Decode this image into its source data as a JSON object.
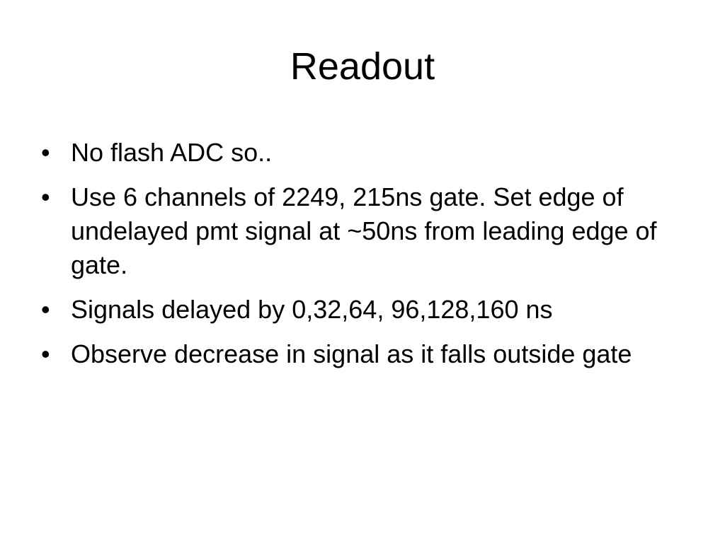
{
  "slide": {
    "title": "Readout",
    "bullet_glyph": "•",
    "bullets": [
      "No flash ADC so..",
      "Use 6 channels of 2249, 215ns gate. Set edge of undelayed pmt signal at ~50ns from leading edge of gate.",
      "Signals delayed by 0,32,64, 96,128,160 ns",
      "Observe decrease in signal as it falls outside gate"
    ]
  }
}
